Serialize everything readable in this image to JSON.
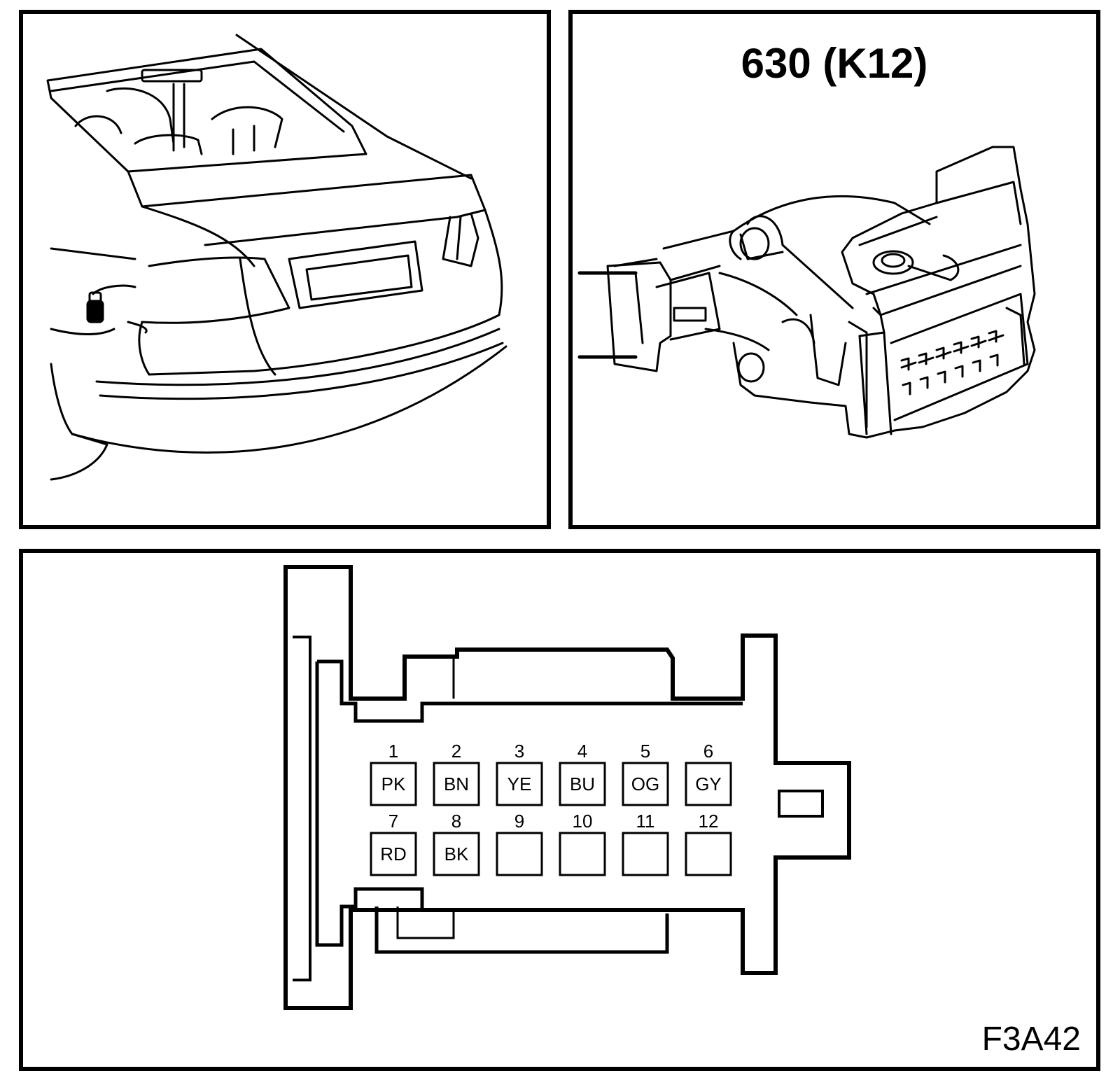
{
  "connector": {
    "title": "630 (K12)"
  },
  "figure_code": "F3A42",
  "pins": [
    {
      "number": "1",
      "color": "PK"
    },
    {
      "number": "2",
      "color": "BN"
    },
    {
      "number": "3",
      "color": "YE"
    },
    {
      "number": "4",
      "color": "BU"
    },
    {
      "number": "5",
      "color": "OG"
    },
    {
      "number": "6",
      "color": "GY"
    },
    {
      "number": "7",
      "color": "RD"
    },
    {
      "number": "8",
      "color": "BK"
    },
    {
      "number": "9",
      "color": ""
    },
    {
      "number": "10",
      "color": ""
    },
    {
      "number": "11",
      "color": ""
    },
    {
      "number": "12",
      "color": ""
    }
  ]
}
